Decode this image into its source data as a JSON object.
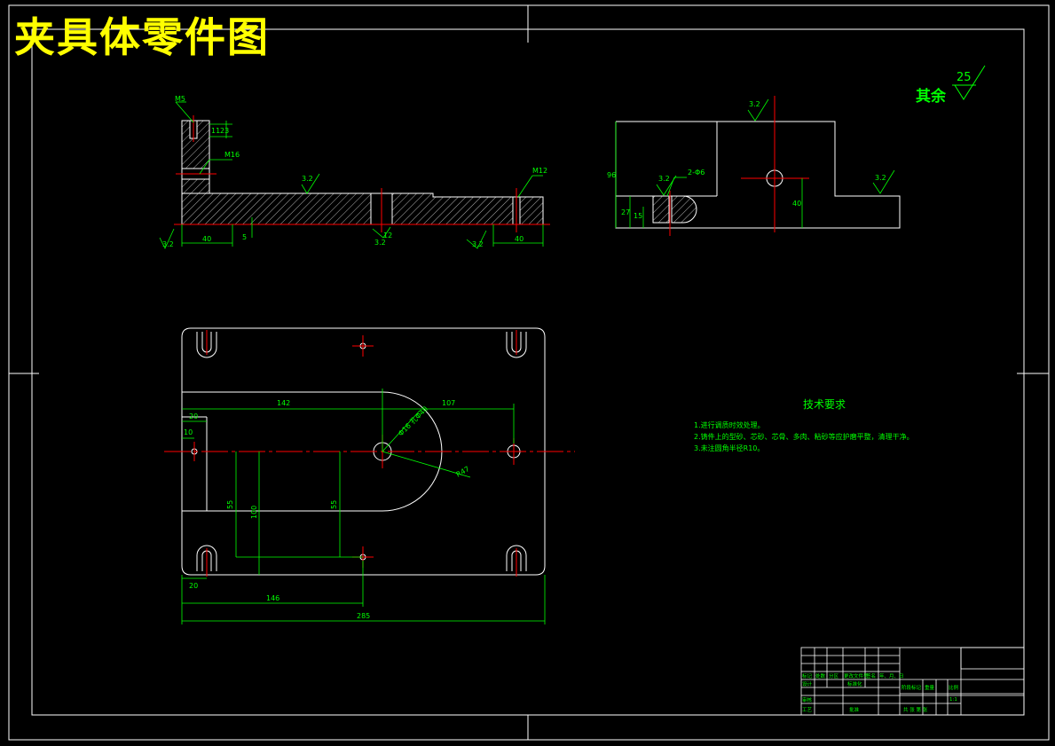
{
  "title": "夹具体零件图",
  "surface_finish": {
    "label": "其余",
    "value": "25"
  },
  "tech_req": {
    "heading": "技术要求",
    "items": [
      "1.进行调质时效处理。",
      "2.铸件上的型砂、芯砂、芯骨、多肉、粘砂等应护磨平整，清理干净。",
      "3.未注圆角半径R10。"
    ]
  },
  "front_view": {
    "m5": "M5",
    "m16": "M16",
    "m12": "M12",
    "d11": "11",
    "d23": "23",
    "d40a": "40",
    "d40b": "40",
    "d5": "5",
    "d12": "12",
    "r32a": "3.2",
    "r32b": "3.2",
    "r32c": "3.2",
    "r32d": "3.2"
  },
  "side_view": {
    "r32top": "3.2",
    "r32mid": "3.2",
    "r32right": "3.2",
    "holes": "2-Φ6",
    "d96": "96",
    "d27": "27",
    "d15": "15",
    "d40": "40"
  },
  "plan_view": {
    "d20a": "20",
    "d10": "10",
    "d142": "142",
    "d107": "107",
    "phi": "Φ16 孔Φ40",
    "r47": "R47",
    "d55a": "55",
    "d100": "100",
    "d55b": "55",
    "d20b": "20",
    "d146": "146",
    "d285": "285"
  },
  "title_block": {
    "r1": [
      "标记",
      "处数",
      "分区",
      "更改文件号",
      "签名",
      "年、月、日"
    ],
    "design": "设计",
    "std": "标准化",
    "review": "审核",
    "process": "工艺",
    "approve": "批准",
    "stage": "阶段标记",
    "weight": "重量",
    "scale": "比例",
    "scale_val": "1:1",
    "sheets": "共  张  第  张"
  }
}
